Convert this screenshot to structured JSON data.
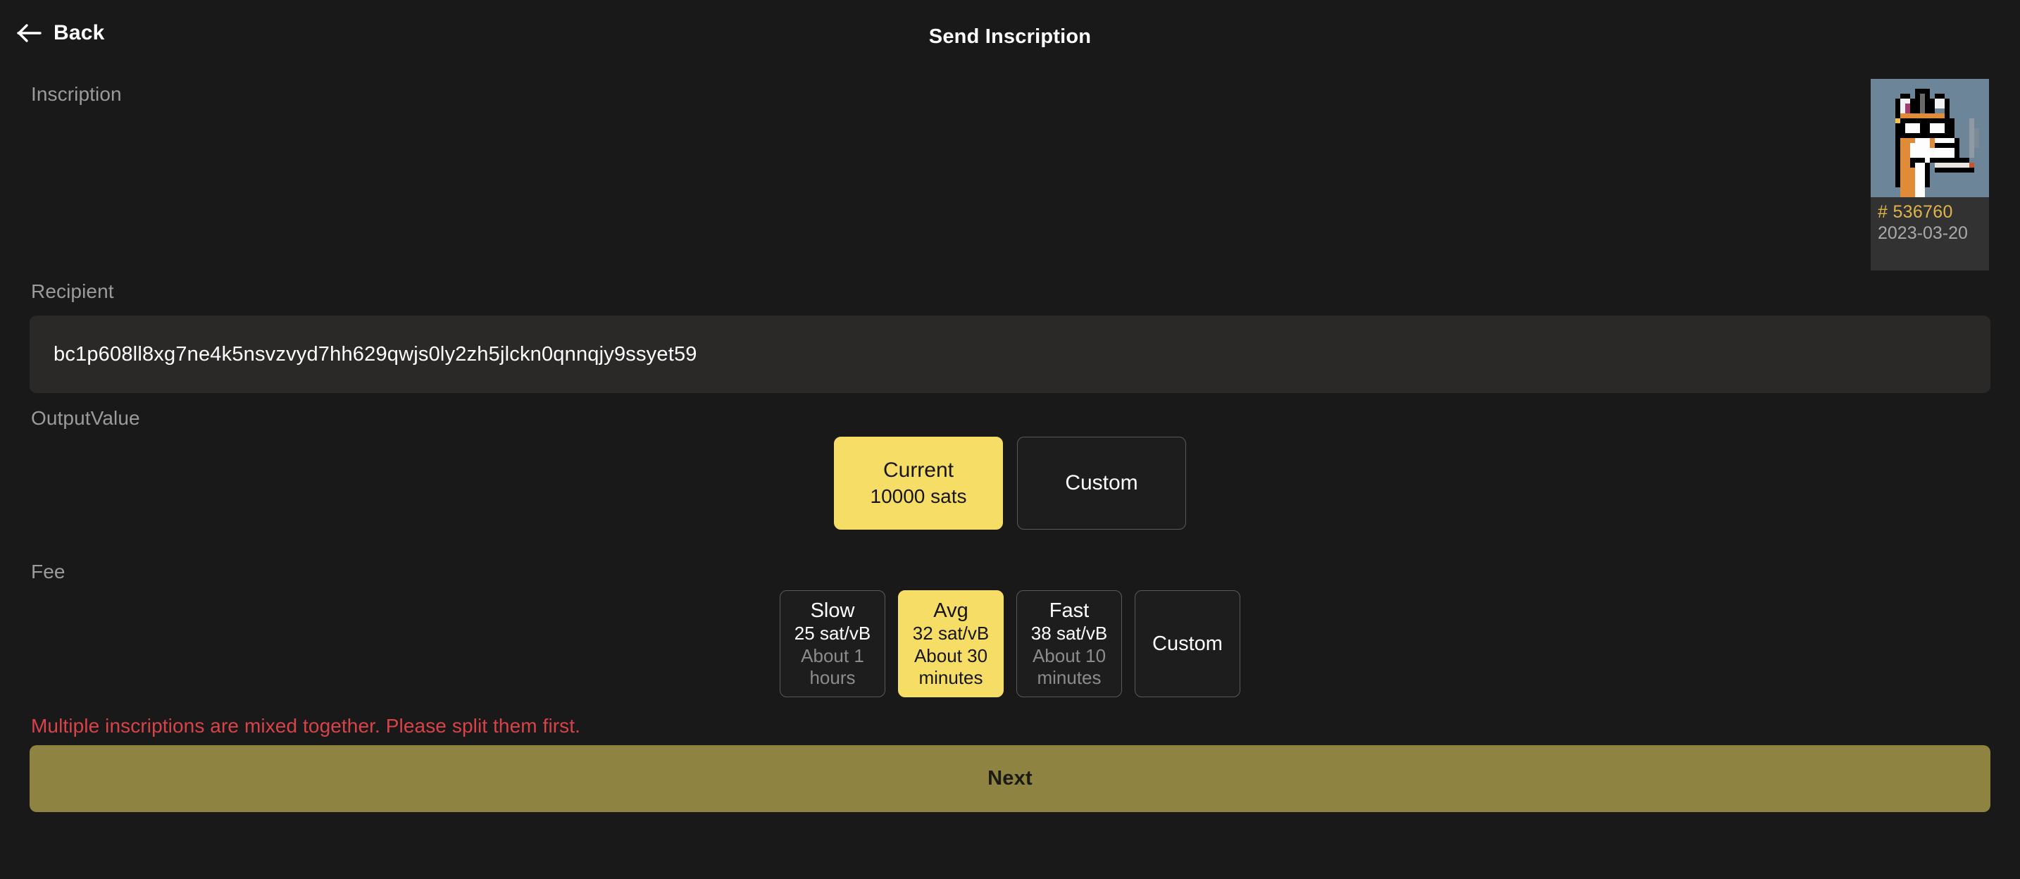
{
  "header": {
    "back_label": "Back",
    "back_icon": "arrow-left-icon",
    "title": "Send Inscription"
  },
  "labels": {
    "inscription": "Inscription",
    "recipient": "Recipient",
    "output_value": "OutputValue",
    "fee": "Fee"
  },
  "inscription_card": {
    "id_label": "# 536760",
    "date": "2023-03-20",
    "art_background": "#6d8598",
    "alt": "pixel-art dog with sunglasses smoking a cigarette"
  },
  "recipient": {
    "value": "bc1p608ll8xg7ne4k5nsvzvyd7hh629qwjs0ly2zh5jlckn0qnnqjy9ssyet59",
    "placeholder": "Recipient address"
  },
  "output_value": {
    "options": [
      {
        "title": "Current",
        "sub": "10000 sats",
        "selected": true
      },
      {
        "title": "Custom",
        "sub": "",
        "selected": false
      }
    ]
  },
  "fee": {
    "options": [
      {
        "title": "Slow",
        "rate": "25 sat/vB",
        "eta": "About 1 hours",
        "selected": false
      },
      {
        "title": "Avg",
        "rate": "32 sat/vB",
        "eta": "About 30 minutes",
        "selected": true
      },
      {
        "title": "Fast",
        "rate": "38 sat/vB",
        "eta": "About 10 minutes",
        "selected": false
      },
      {
        "title": "Custom",
        "rate": "",
        "eta": "",
        "selected": false
      }
    ]
  },
  "error": {
    "message": "Multiple inscriptions are mixed together. Please split them first."
  },
  "next_button": {
    "label": "Next",
    "disabled": true
  },
  "colors": {
    "background": "#1a1919",
    "accent_yellow": "#f5dd66",
    "accent_yellow_muted": "#8e8340",
    "error_red": "#d8434a",
    "inscription_id_gold": "#e0b44a",
    "input_background": "#2b2828"
  }
}
